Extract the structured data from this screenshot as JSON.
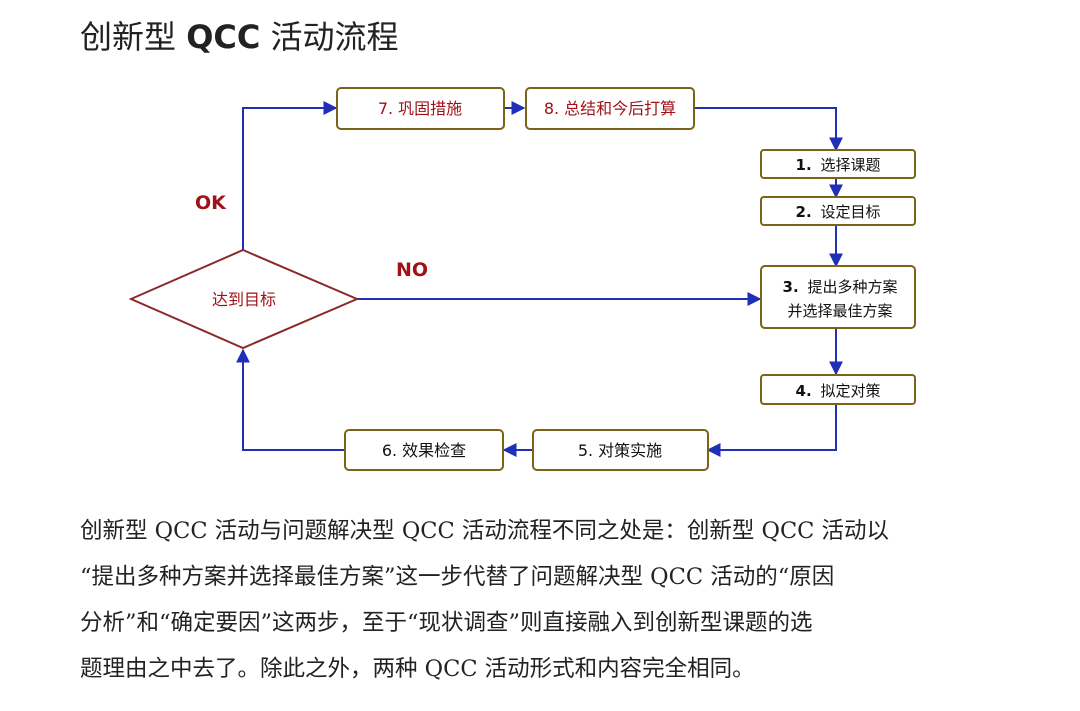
{
  "title": {
    "prefix": "创新型",
    "bold": "QCC",
    "suffix": "活动流程"
  },
  "diagram": {
    "boxes": {
      "step7": "7. 巩固措施",
      "step8": "8. 总结和今后打算",
      "step1_num": "1.",
      "step1_text": "选择课题",
      "step2_num": "2.",
      "step2_text": "设定目标",
      "step3_num": "3.",
      "step3_line1": "提出多种方案",
      "step3_line2": "并选择最佳方案",
      "step4_num": "4.",
      "step4_text": "拟定对策",
      "step5": "5. 对策实施",
      "step6": "6. 效果检查"
    },
    "decision": "达到目标",
    "ok_label": "OK",
    "no_label": "NO",
    "colors": {
      "arrow": "#1f2fb8",
      "box_border": "#7a6418",
      "red_text": "#a01218",
      "decision_border": "#8b2a2a"
    }
  },
  "paragraph": {
    "lines": [
      "创新型 QCC 活动与问题解决型 QCC 活动流程不同之处是：创新型 QCC 活动以",
      "“提出多种方案并选择最佳方案”这一步代替了问题解决型 QCC 活动的“原因",
      "分析”和“确定要因”这两步，至于“现状调查”则直接融入到创新型课题的选",
      "题理由之中去了。除此之外，两种 QCC 活动形式和内容完全相同。"
    ]
  }
}
